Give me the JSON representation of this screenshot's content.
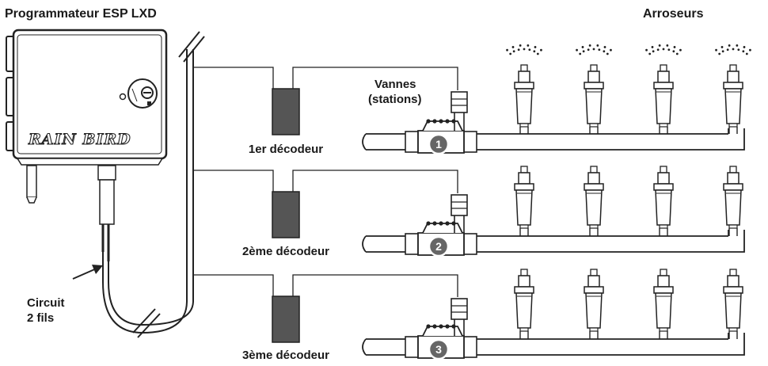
{
  "labels": {
    "controller_title": "Programmateur ESP LXD",
    "sprinklers_title": "Arroseurs",
    "valves_line1": "Vannes",
    "valves_line2": "(stations)",
    "circuit_line1": "Circuit",
    "circuit_line2": "2 fils",
    "brand_logo": "RAIN BIRD"
  },
  "decoders": [
    {
      "label": "1er décodeur",
      "station": "1"
    },
    {
      "label": "2ème décodeur",
      "station": "2"
    },
    {
      "label": "3ème décodeur",
      "station": "3"
    }
  ],
  "colors": {
    "decoder_fill": "#555555",
    "line": "#222222",
    "badge_fill": "#666666"
  }
}
